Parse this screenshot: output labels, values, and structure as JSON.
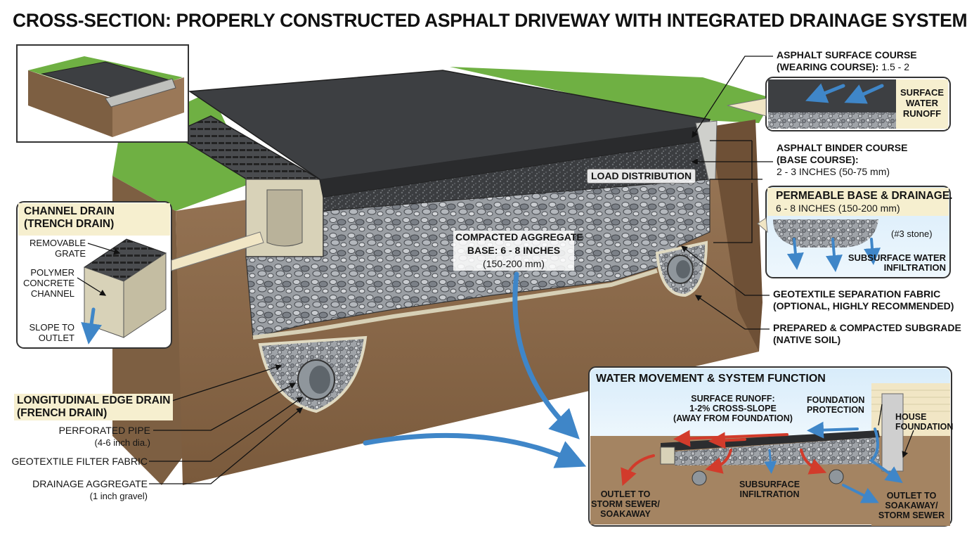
{
  "title": "CROSS-SECTION: PROPERLY CONSTRUCTED ASPHALT DRIVEWAY WITH INTEGRATED DRAINAGE SYSTEM",
  "labels": {
    "load_distribution": "LOAD DISTRIBUTION",
    "compacted_aggregate": [
      "COMPACTED AGGREGATE",
      "BASE: 6 - 8 INCHES",
      "(150-200 mm)"
    ],
    "surface_course": {
      "line1": "ASPHALT SURFACE COURSE",
      "line2": "(WEARING COURSE):",
      "value": "1.5 - 2"
    },
    "surface_water_runoff": [
      "SURFACE",
      "WATER",
      "RUNOFF"
    ],
    "binder_course": [
      "ASPHALT BINDER COURSE",
      "(BASE COURSE):",
      "2 - 3 INCHES (50-75 mm)"
    ],
    "permeable_base": {
      "title": "PERMEABLE BASE & DRAINAGE.",
      "value": "6 - 8 INCHES (150-200 mm)",
      "stone": "(#3 stone)",
      "infiltration": [
        "SUBSURFACE WATER",
        "INFILTRATION"
      ]
    },
    "geotextile_separation": [
      "GEOTEXTILE SEPARATION FABRIC",
      "(OPTIONAL, HIGHLY RECOMMENDED)"
    ],
    "subgrade": [
      "PREPARED & COMPACTED SUBGRADE",
      "(NATIVE SOIL)"
    ],
    "channel_drain": {
      "title": [
        "CHANNEL DRAIN",
        "(TRENCH DRAIN)"
      ],
      "grate": [
        "REMOVABLE",
        "GRATE"
      ],
      "channel": [
        "POLYMER",
        "CONCRETE",
        "CHANNEL"
      ],
      "slope": [
        "SLOPE TO",
        "OUTLET"
      ]
    },
    "edge_drain": [
      "LONGITUDINAL EDGE DRAIN",
      "(FRENCH DRAIN)"
    ],
    "perforated_pipe": [
      "PERFORATED PIPE",
      "(4-6 inch dia.)"
    ],
    "filter_fabric": "GEOTEXTILE FILTER FABRIC",
    "drainage_aggregate": [
      "DRAINAGE AGGREGATE",
      "(1 inch gravel)"
    ]
  },
  "water_box": {
    "title": "WATER MOVEMENT & SYSTEM FUNCTION",
    "surface_runoff": [
      "SURFACE RUNOFF:",
      "1-2% CROSS-SLOPE",
      "(AWAY FROM FOUNDATION)"
    ],
    "foundation_protection": [
      "FOUNDATION",
      "PROTECTION"
    ],
    "house_foundation": [
      "HOUSE",
      "FOUNDATION"
    ],
    "outlet_left": [
      "OUTLET TO",
      "STORM SEWER/",
      "SOAKAWAY"
    ],
    "subsurface": [
      "SUBSURFACE",
      "INFILTRATION"
    ],
    "outlet_right": [
      "OUTLET TO",
      "SOAKAWAY/",
      "STORM SEWER"
    ]
  },
  "colors": {
    "asphalt": "#3d3f42",
    "binder": "#2c2d2f",
    "aggregate": "#8d9196",
    "soil": "#8a6a4a",
    "grass": "#5aa33a",
    "water": "#3f86c8",
    "runoff": "#d23b2b",
    "highlight": "#f6efcf"
  }
}
